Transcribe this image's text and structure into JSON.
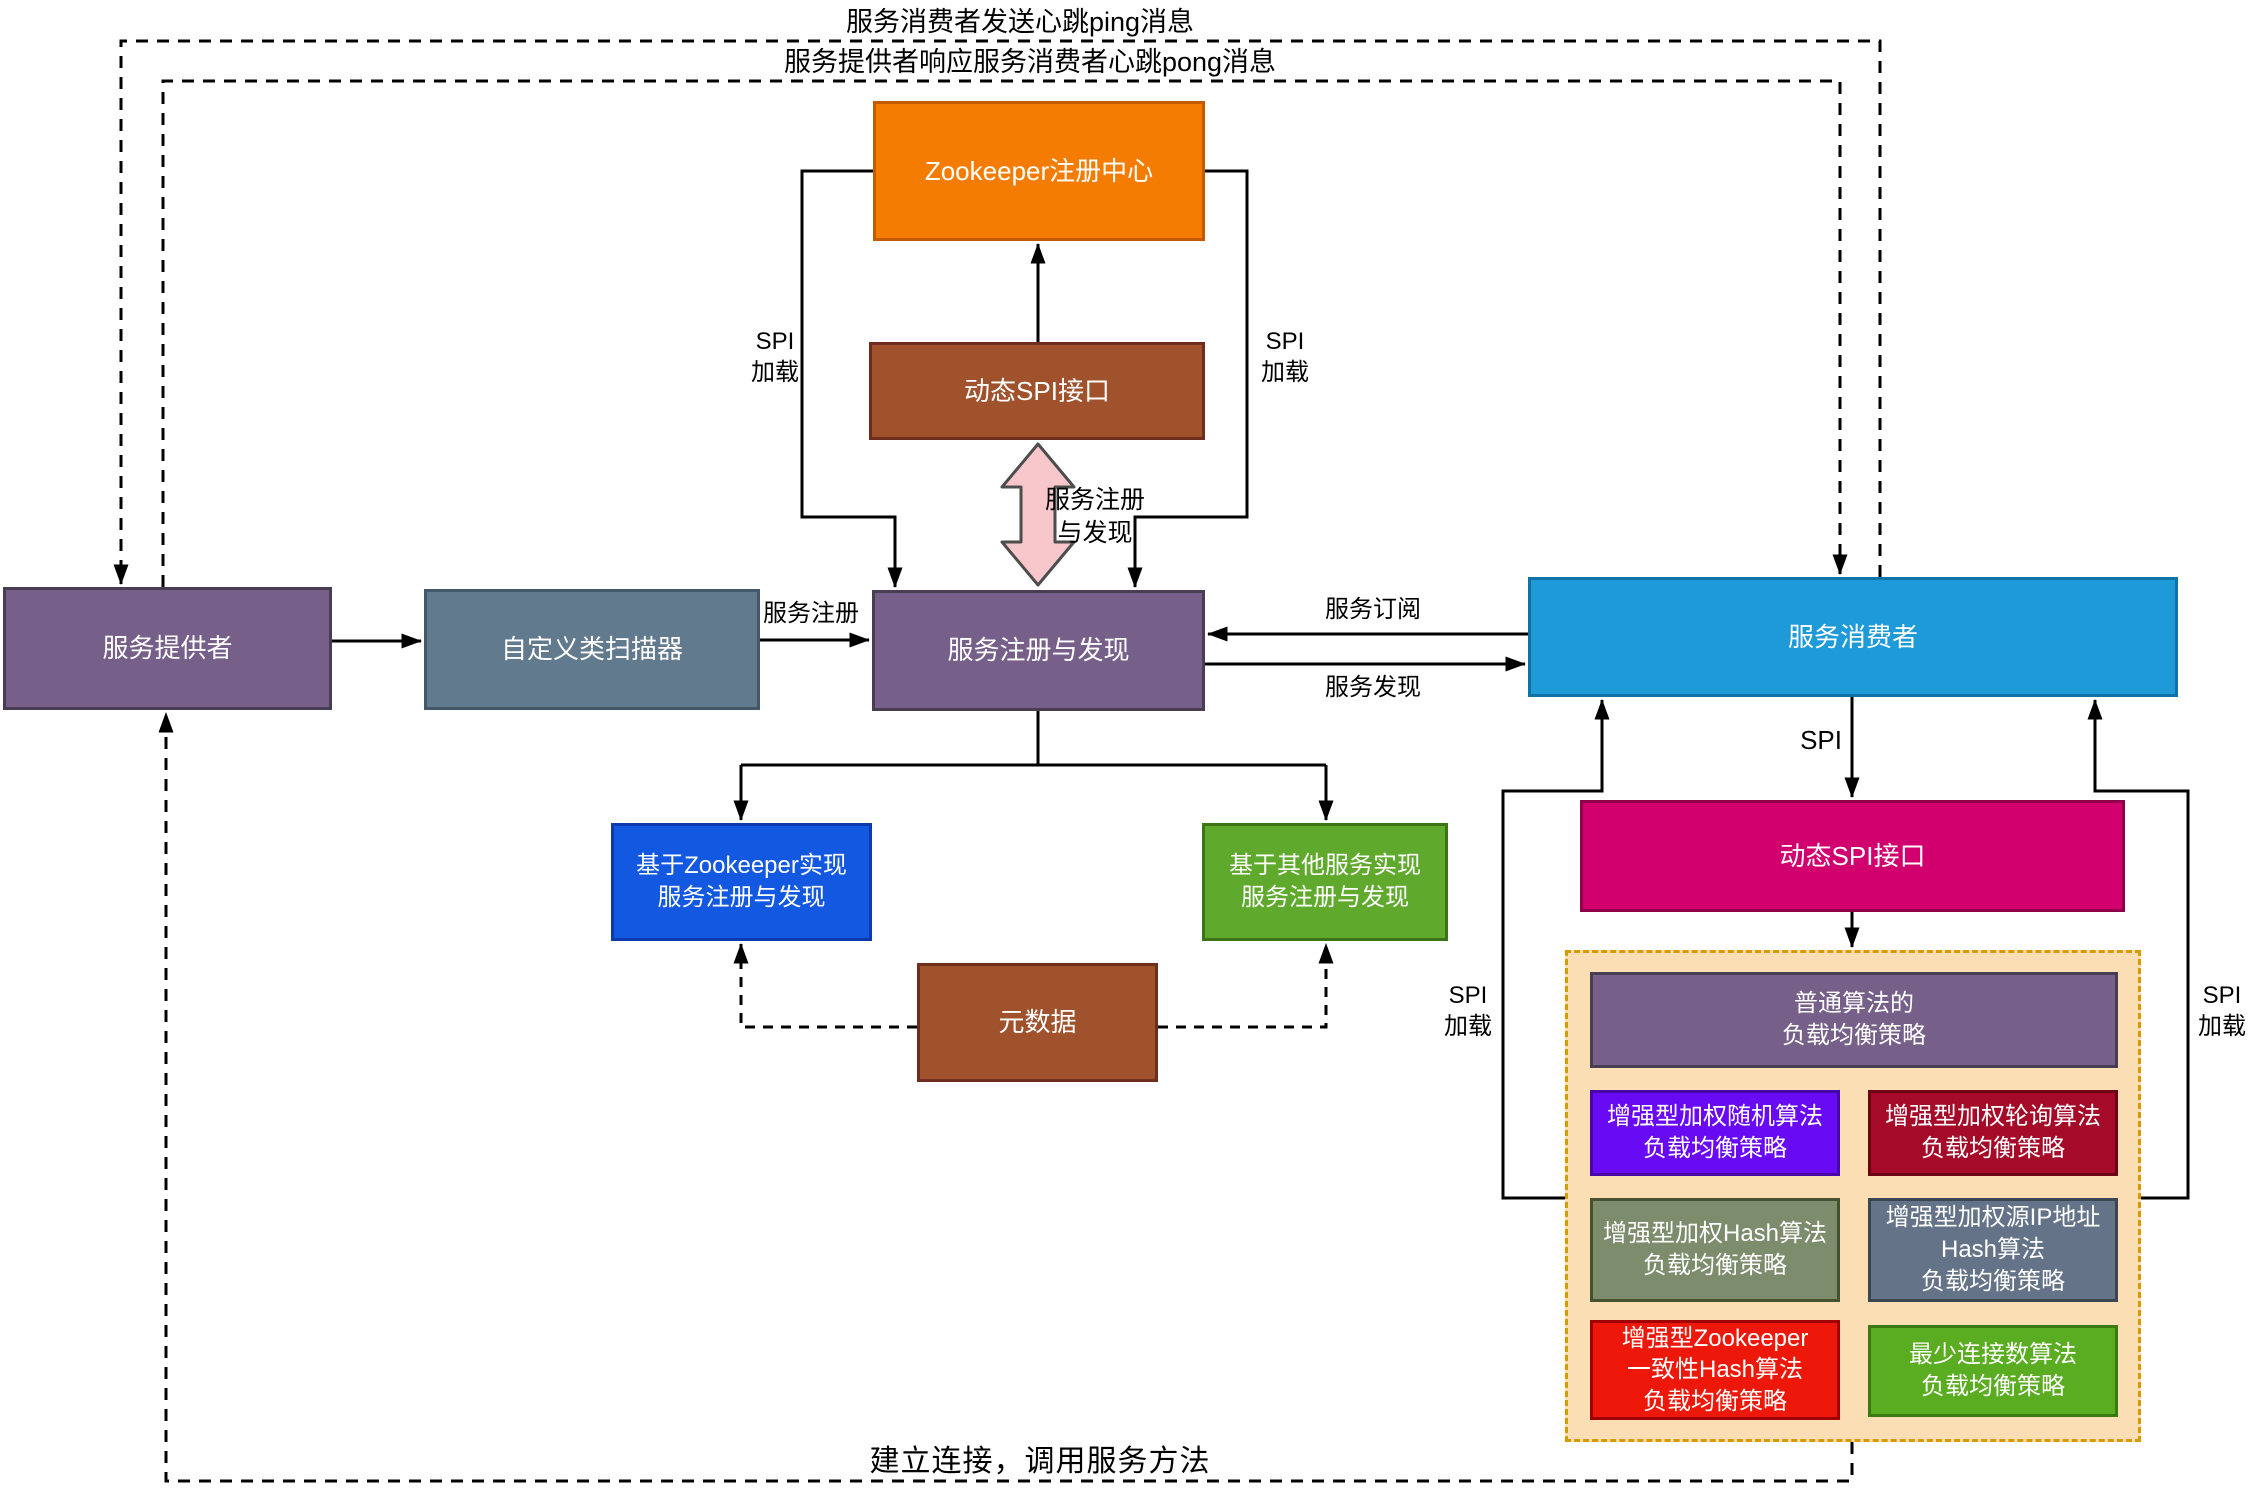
{
  "diagram": {
    "messages": {
      "ping": "服务消费者发送心跳ping消息",
      "pong": "服务提供者响应服务消费者心跳pong消息",
      "connect": "建立连接，调用服务方法"
    },
    "nodes": {
      "zookeeper_registry": {
        "label": "Zookeeper注册中心",
        "fill": "#F57C02"
      },
      "dynamic_spi_top": {
        "label": "动态SPI接口",
        "fill": "#A0522D"
      },
      "service_provider": {
        "label": "服务提供者",
        "fill": "#76608A"
      },
      "class_scanner": {
        "label": "自定义类扫描器",
        "fill": "#617A8D"
      },
      "service_registry": {
        "label": "服务注册与发现",
        "fill": "#76608A"
      },
      "service_consumer": {
        "label": "服务消费者",
        "fill": "#1E9AD8"
      },
      "zookeeper_impl": {
        "label": "基于Zookeeper实现\n服务注册与发现",
        "fill": "#1358E0"
      },
      "other_impl": {
        "label": "基于其他服务实现\n服务注册与发现",
        "fill": "#5FAA2D"
      },
      "metadata": {
        "label": "元数据",
        "fill": "#A0522D"
      },
      "dynamic_spi_right": {
        "label": "动态SPI接口",
        "fill": "#D2006E"
      },
      "lb_panel": {
        "fill": "#FCDEB5"
      },
      "lb_header": {
        "label": "普通算法的\n负载均衡策略",
        "fill": "#76608A"
      },
      "lb_random": {
        "label": "增强型加权随机算法\n负载均衡策略",
        "fill": "#690AF5"
      },
      "lb_round_robin": {
        "label": "增强型加权轮询算法\n负载均衡策略",
        "fill": "#A50A28"
      },
      "lb_hash": {
        "label": "增强型加权Hash算法\n负载均衡策略",
        "fill": "#7D8C6C"
      },
      "lb_source_ip": {
        "label": "增强型加权源IP地址\nHash算法\n负载均衡策略",
        "fill": "#647387"
      },
      "lb_zk_hash": {
        "label": "增强型Zookeeper\n一致性Hash算法\n负载均衡策略",
        "fill": "#EE180A"
      },
      "lb_least_conn": {
        "label": "最少连接数算法\n负载均衡策略",
        "fill": "#5AAC20"
      }
    },
    "edge_labels": {
      "spi_load": "SPI\n加载",
      "reg_disc": "服务注册\n与发现",
      "service_register": "服务注册",
      "service_subscribe": "服务订阅",
      "service_discovery": "服务发现",
      "spi": "SPI"
    },
    "colors": {
      "line": "#000000",
      "panel_border": "#D79B00",
      "pink_arrow_fill": "#F8C7CC",
      "pink_arrow_stroke": "#4D4D4D"
    }
  }
}
